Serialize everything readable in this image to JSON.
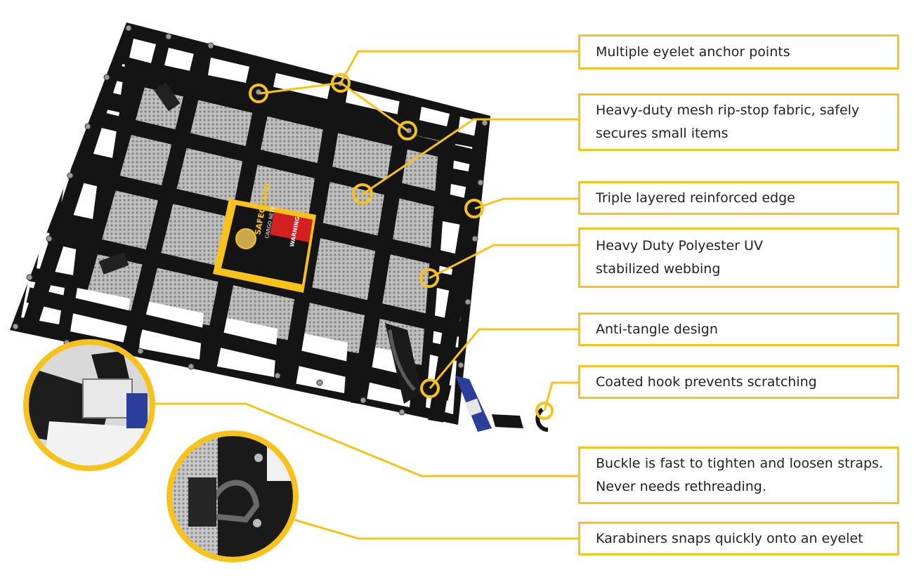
{
  "colors": {
    "accent": "#f7c21b",
    "net": "#141414",
    "mesh": "#b9b9b9",
    "label_bg": "#f7c21b",
    "warning_red": "#d42020"
  },
  "product": {
    "label_brand_line1": "SAFEGUARD",
    "label_brand_line2": "CARGO NETS",
    "label_warning": "WARNING"
  },
  "callouts": [
    {
      "id": "eyelet",
      "text": "Multiple eyelet anchor points"
    },
    {
      "id": "mesh",
      "text": "Heavy-duty mesh rip-stop fabric, safely secures small items"
    },
    {
      "id": "edge",
      "text": "Triple layered reinforced edge"
    },
    {
      "id": "webbing",
      "text": "Heavy Duty Polyester UV stabilized webbing"
    },
    {
      "id": "antitangle",
      "text": "Anti-tangle design"
    },
    {
      "id": "hook",
      "text": "Coated hook prevents scratching"
    },
    {
      "id": "buckle",
      "text": "Buckle is fast to tighten and loosen straps. Never needs rethreading."
    },
    {
      "id": "karabiner",
      "text": "Karabiners snaps quickly onto an eyelet"
    }
  ]
}
